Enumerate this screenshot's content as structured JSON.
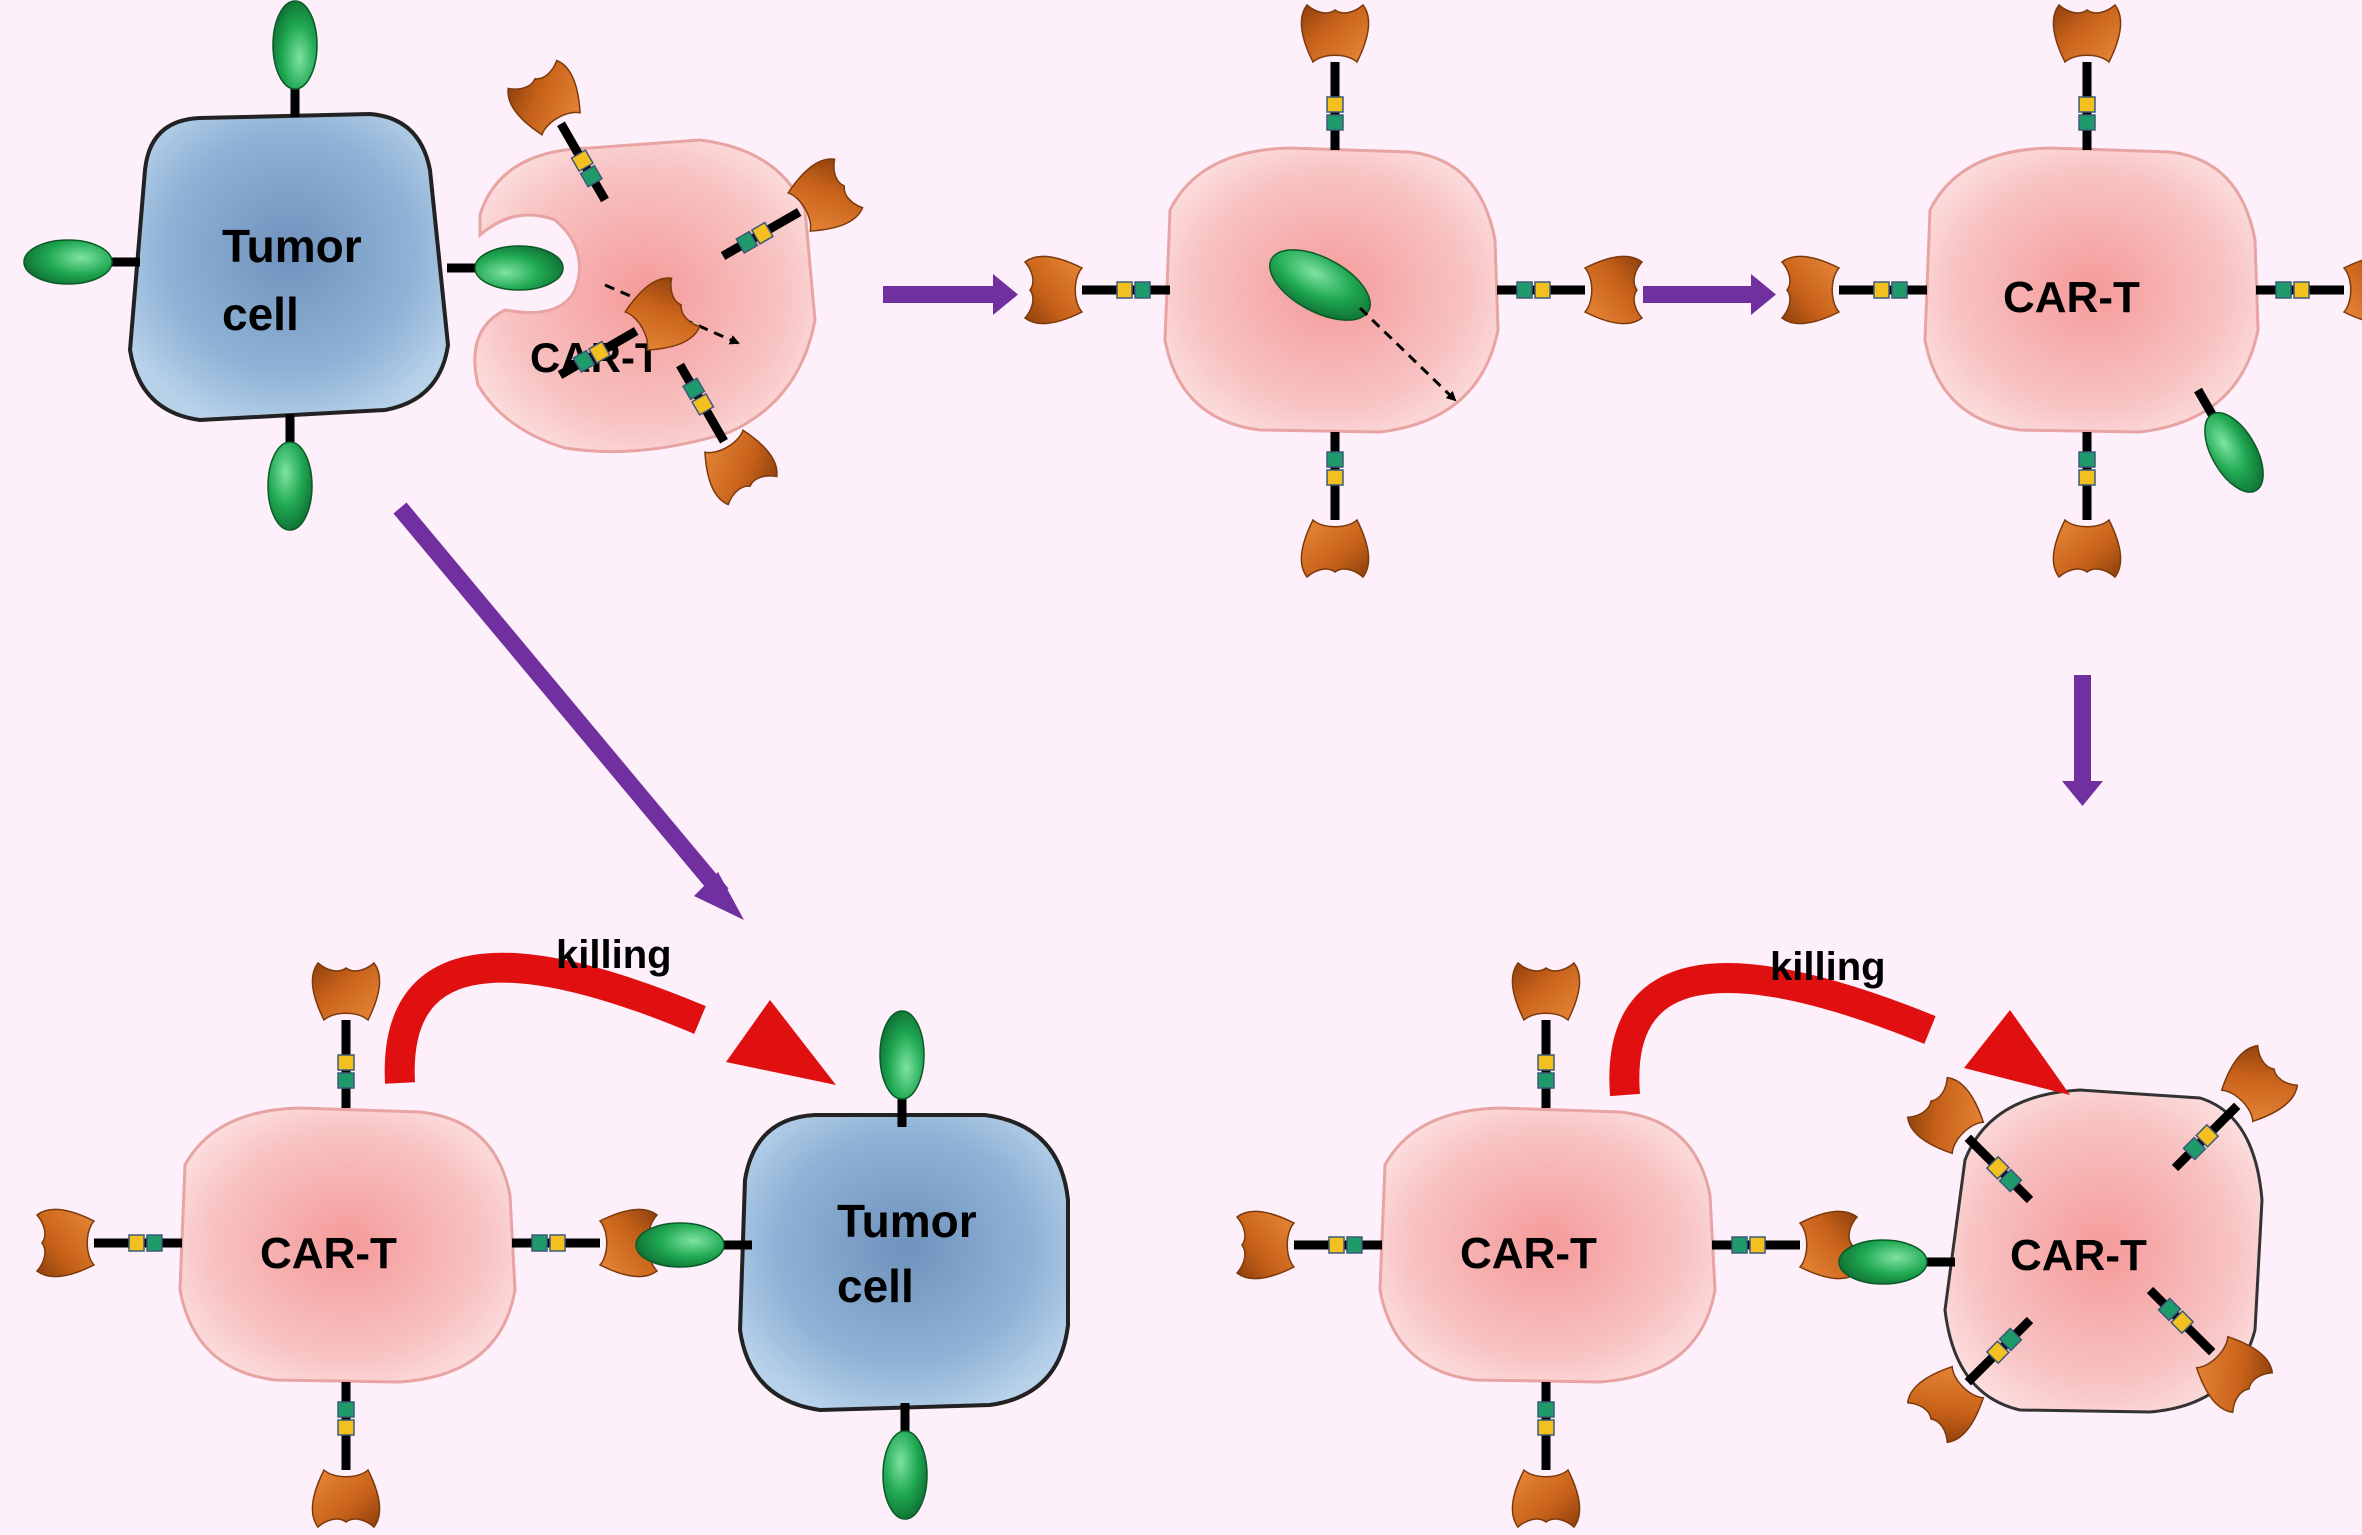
{
  "labels": {
    "tumor_line1": "Tumor",
    "tumor_line2": "cell",
    "cart": "CAR-T",
    "killing": "killing"
  },
  "colors": {
    "background": "#fdf0fb",
    "tumor_cell": "#8fb2d6",
    "car_t_cell": "#f7b8b8",
    "antigen": "#1fa851",
    "receptor_head": "#c8621a",
    "domain_green": "#1f9a6a",
    "domain_yellow": "#f4c020",
    "flow_arrow": "#7030a0",
    "killing_arrow": "#e01010"
  }
}
